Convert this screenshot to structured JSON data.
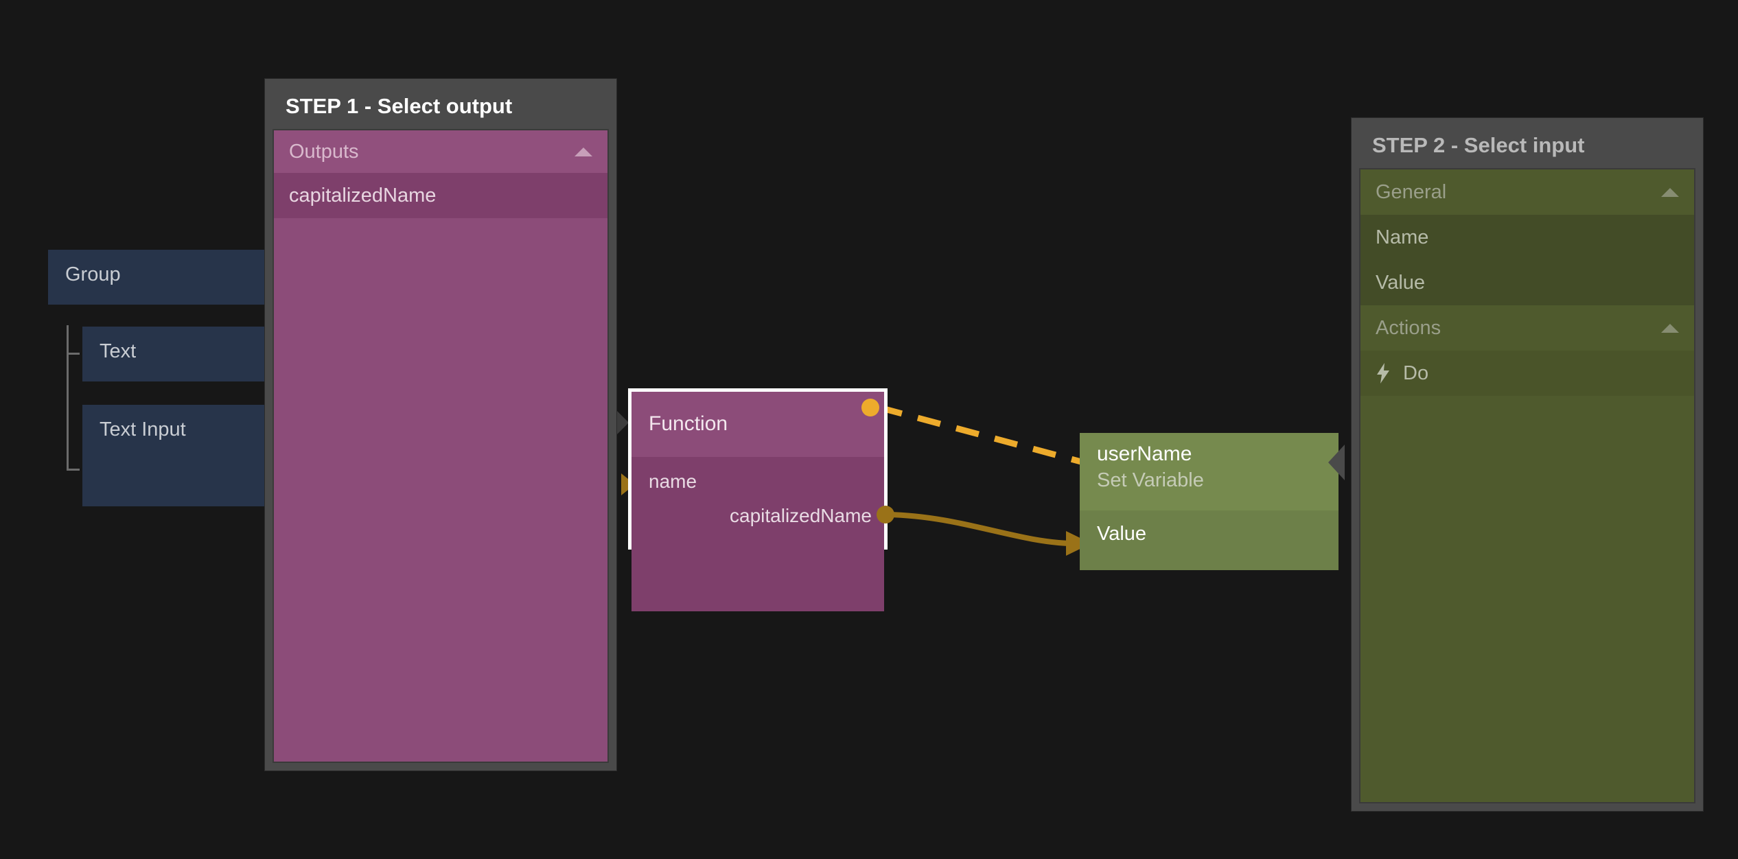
{
  "canvas": {
    "background_color": "#171717"
  },
  "tree": {
    "nodes": [
      {
        "label": "Group"
      },
      {
        "label": "Text"
      },
      {
        "label": "Text Input"
      }
    ],
    "color": "#27344a"
  },
  "function_node": {
    "title": "Function",
    "input_port_label": "name",
    "output_port_label": "capitalizedName",
    "color": "#8c4c79",
    "selected_outline_color": "#ffffff",
    "exec_port_color": "#edab2c",
    "data_port_color": "#9a7218"
  },
  "set_variable_node": {
    "title": "userName",
    "subtitle": "Set Variable",
    "input_port_label": "Value",
    "color": "#768a4e"
  },
  "step1_panel": {
    "title": "STEP 1 - Select output",
    "accent_color": "#8c4c79",
    "sections": [
      {
        "label": "Outputs",
        "caret_icon": "chevron-up-icon",
        "items": [
          {
            "label": "capitalizedName"
          }
        ]
      }
    ]
  },
  "step2_panel": {
    "title": "STEP 2 - Select input",
    "accent_color": "#4f5a2d",
    "sections": [
      {
        "label": "General",
        "caret_icon": "chevron-up-icon",
        "items": [
          {
            "label": "Name",
            "icon": null
          },
          {
            "label": "Value",
            "icon": null
          }
        ]
      },
      {
        "label": "Actions",
        "caret_icon": "chevron-up-icon",
        "items": [
          {
            "label": "Do",
            "icon": "lightning-bolt-icon"
          }
        ]
      }
    ]
  },
  "connections": [
    {
      "name": "exec-edge",
      "from": "function.exec-out",
      "to": "set-variable.exec-in",
      "style": "dashed",
      "color": "#edab2c"
    },
    {
      "name": "data-edge",
      "from": "function.capitalizedName",
      "to": "set-variable.Value",
      "style": "solid",
      "color": "#9a7218"
    }
  ]
}
